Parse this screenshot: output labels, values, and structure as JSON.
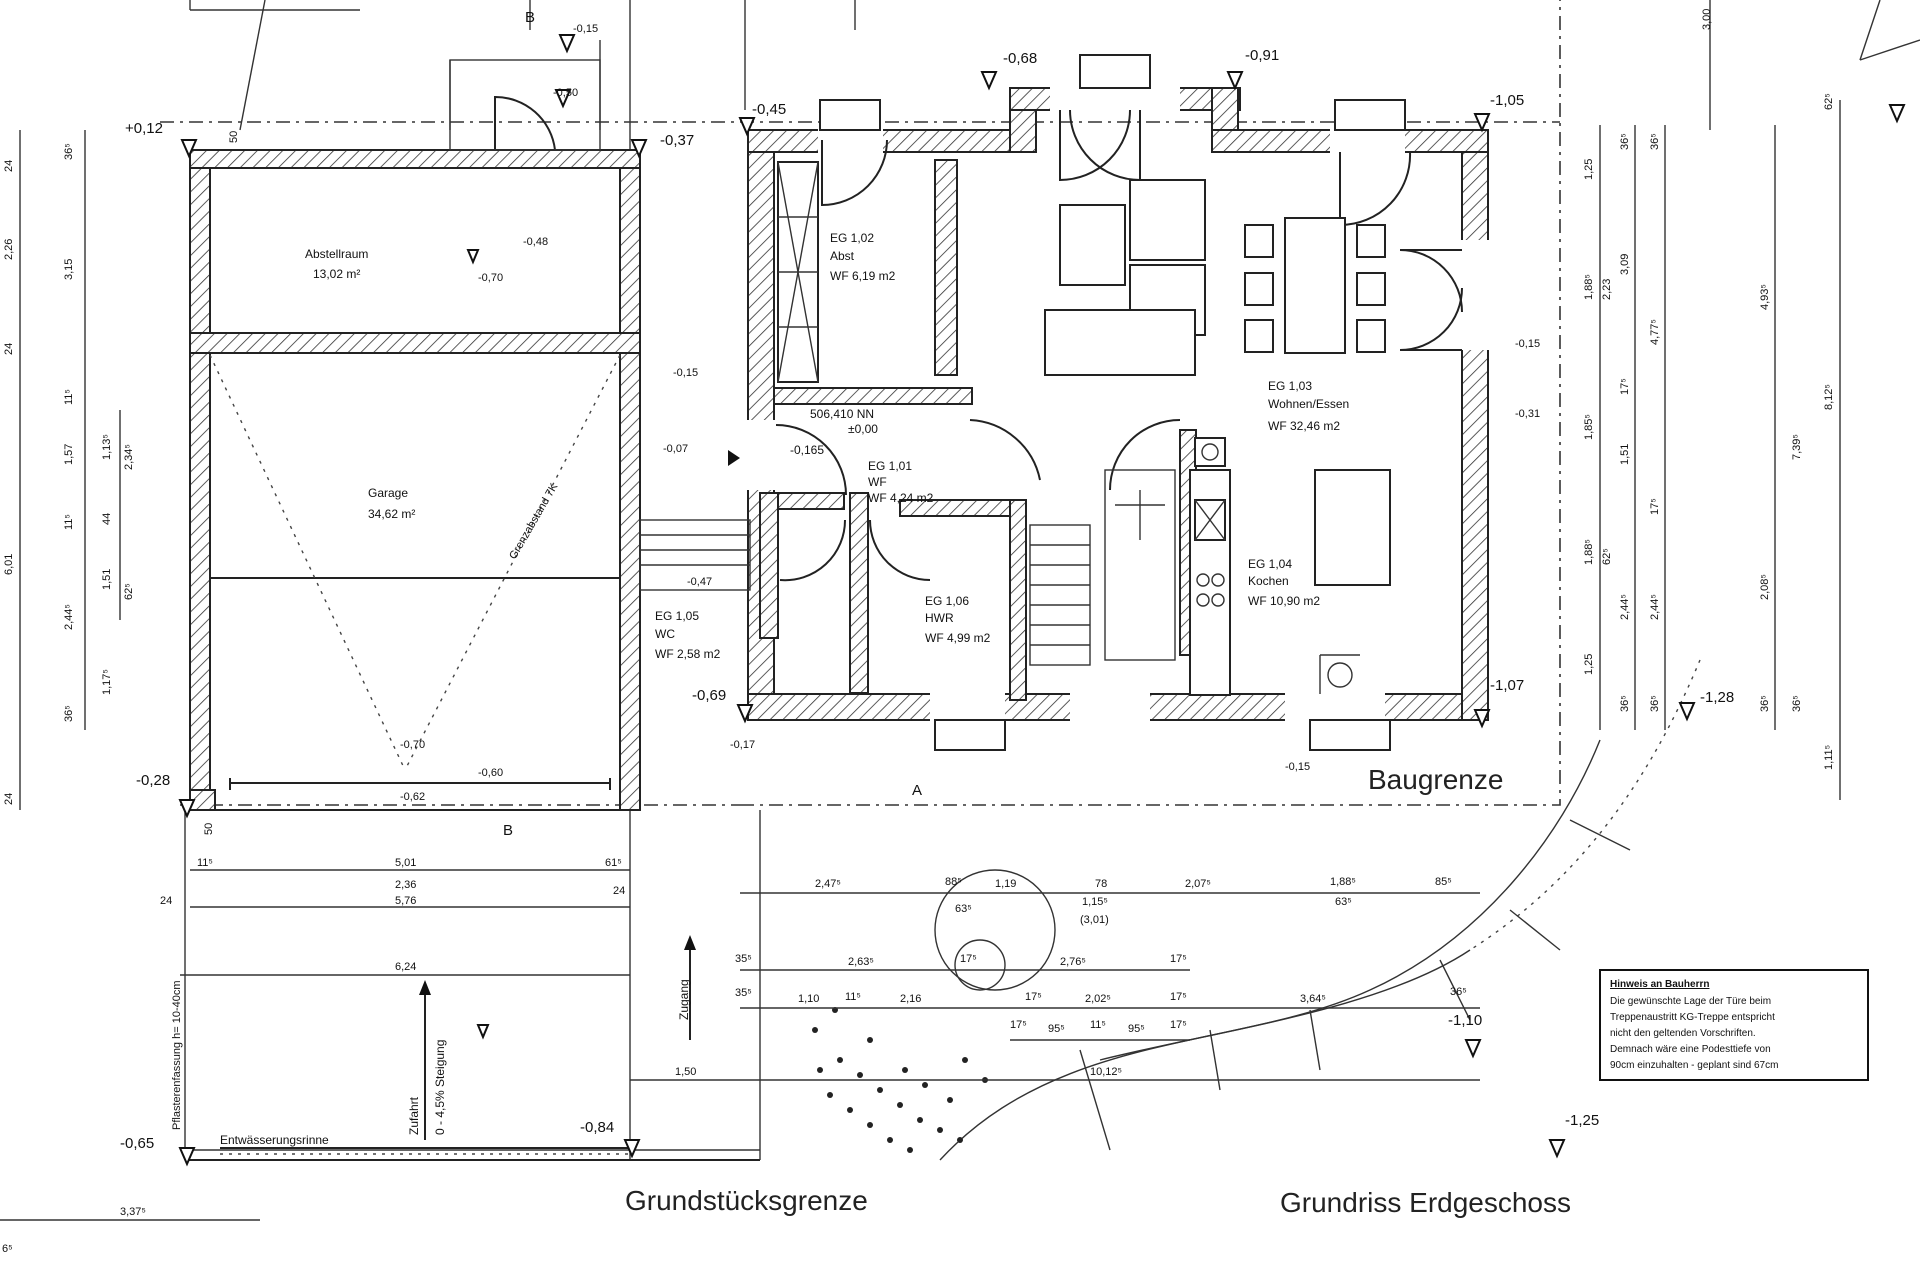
{
  "drawing": {
    "title": "Grundriss Erdgeschoss",
    "baugrenze": "Baugrenze",
    "grundstuecksgrenze": "Grundstücksgrenze",
    "entwaesserung": "Entwässerungsrinne",
    "zugang": "Zugang",
    "zufahrt_line1": "Zufahrt",
    "zufahrt_line2": "0 - 4,5% Steigung",
    "pflaster": "Pflasterenfassung h= 10-40cm",
    "grenzabstand": "Grenzabstand 7K"
  },
  "rooms": [
    {
      "id": "abstellraum",
      "name": "Abstellraum",
      "area": "13,02 m²"
    },
    {
      "id": "garage",
      "name": "Garage",
      "area": "34,62 m²"
    },
    {
      "id": "eg102",
      "code": "EG 1,02",
      "name": "Abst",
      "area": "WF  6,19 m2"
    },
    {
      "id": "eg103",
      "code": "EG 1,03",
      "name": "Wohnen/Essen",
      "area": "WF  32,46 m2"
    },
    {
      "id": "eg101",
      "code": "EG 1,01",
      "name": "WF",
      "area": "WF  4,24 m2"
    },
    {
      "id": "eg104",
      "code": "EG 1,04",
      "name": "Kochen",
      "area": "WF  10,90 m2"
    },
    {
      "id": "eg105",
      "code": "EG 1,05",
      "name": "WC",
      "area": "WF  2,58 m2"
    },
    {
      "id": "eg106",
      "code": "EG 1,06",
      "name": "HWR",
      "area": "WF  4,99 m2"
    }
  ],
  "entrance_level": {
    "nn": "506,410 NN",
    "zero": "±0,00",
    "step": "-0,165"
  },
  "levels": [
    "+0,12",
    "-0,37",
    "-0,45",
    "-0,68",
    "-0,91",
    "-1,05",
    "-1,07",
    "-1,28",
    "-0,69",
    "-0,28",
    "-0,65",
    "-0,84",
    "-1,10",
    "-1,25",
    "-0,15",
    "-0,50",
    "-0,48",
    "-0,70",
    "-0,15",
    "-0,07",
    "-0,47",
    "-0,17",
    "-0,70",
    "-0,60",
    "-0,62",
    "-0,15",
    "-0,31",
    "-0,15"
  ],
  "section_labels": [
    "B",
    "B",
    "A"
  ],
  "dims_left": [
    "24",
    "36⁵",
    "2,26",
    "3,15",
    "24",
    "11⁵",
    "1,57",
    "1,13⁵",
    "2,34⁵",
    "44",
    "11⁵",
    "6,01",
    "1,51",
    "2,44⁵",
    "62⁵",
    "1,17⁵",
    "36⁵",
    "24"
  ],
  "dims_right": [
    "1,25",
    "36⁵",
    "36⁵",
    "2,23",
    "3,09",
    "1,88⁵",
    "17⁵",
    "4,77⁵",
    "4,93⁵",
    "1,85⁵",
    "1,51",
    "17⁵",
    "1,88⁵",
    "62⁵",
    "2,44⁵",
    "2,44⁵",
    "2,08⁵",
    "7,39⁵",
    "8,12⁵",
    "1,25",
    "36⁵",
    "36⁵",
    "36⁵",
    "36⁵",
    "1,11⁵",
    "62⁵",
    "3,00"
  ],
  "dims_garage": [
    "50",
    "50",
    "11⁵",
    "5,01",
    "61⁵",
    "2,36",
    "24",
    "5,76",
    "24",
    "6,24",
    "1,50",
    "3,37⁵",
    "6⁵"
  ],
  "dims_front": [
    "2,47⁵",
    "88⁵",
    "1,19",
    "78",
    "2,07⁵",
    "1,88⁵",
    "85⁵",
    "63⁵",
    "1,15⁵",
    "(3,01)",
    "63⁵",
    "35⁵",
    "2,63⁵",
    "17⁵",
    "2,76⁵",
    "17⁵",
    "35⁵",
    "1,10",
    "11⁵",
    "2,16",
    "17⁵",
    "2,02⁵",
    "17⁵",
    "3,64⁵",
    "36⁵",
    "17⁵",
    "95⁵",
    "11⁵",
    "95⁵",
    "17⁵",
    "10,12⁵"
  ],
  "note": {
    "heading": "Hinweis an Bauherrn",
    "lines": [
      "Die gewünschte Lage der Türe beim",
      "Treppenaustritt KG-Treppe entspricht",
      "nicht den geltenden Vorschriften.",
      "Demnach wäre eine Podesttiefe von",
      "90cm einzuhalten - geplant sind 67cm"
    ]
  }
}
